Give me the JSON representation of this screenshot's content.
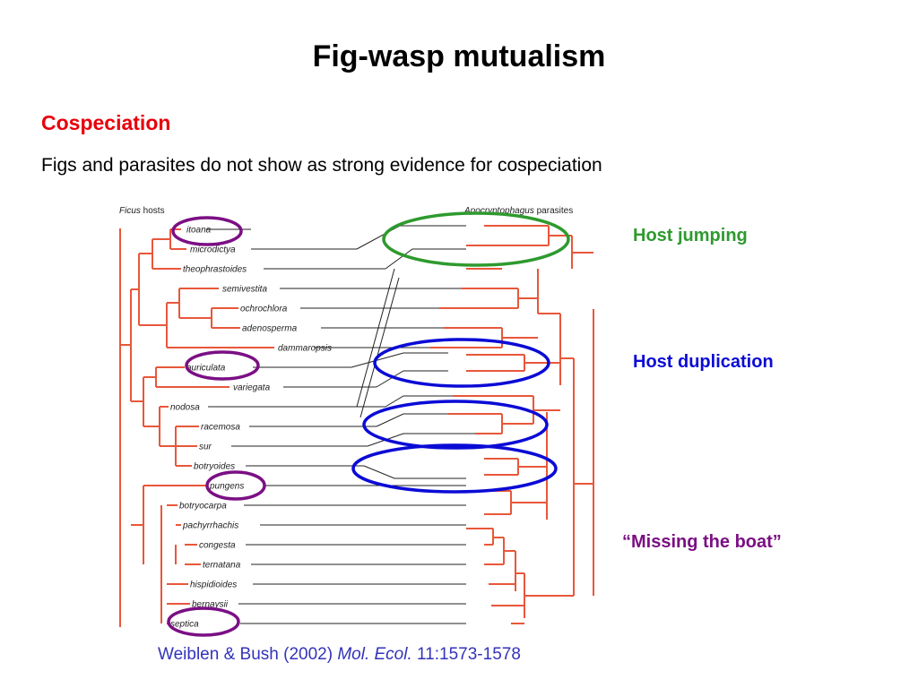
{
  "title": "Fig-wasp mutualism",
  "heading": {
    "text": "Cospeciation",
    "color": "#e8000b"
  },
  "body": "Figs and parasites do not show as strong evidence for cospeciation",
  "figure": {
    "host_header_genus": "Ficus",
    "host_header_suffix": " hosts",
    "parasite_header_genus": "Apocryptophagus",
    "parasite_header_suffix": " parasites",
    "host_tips": [
      "itoana",
      "microdictya",
      "theophrastoides",
      "semivestita",
      "ochrochlora",
      "adenosperma",
      "dammaropsis",
      "auriculata",
      "variegata",
      "nodosa",
      "racemosa",
      "sur",
      "botryoides",
      "pungens",
      "botryocarpa",
      "pachyrrhachis",
      "congesta",
      "ternatana",
      "hispidioides",
      "bernaysii",
      "septica"
    ],
    "circled_hosts": [
      "itoana",
      "auriculata",
      "pungens",
      "septica"
    ],
    "tree_color": "#e8573a",
    "link_color": "#222222"
  },
  "annotations": {
    "host_jumping": {
      "text": "Host jumping",
      "color": "#2e9a2e"
    },
    "host_duplication": {
      "text": "Host duplication",
      "color": "#0b0bd6"
    },
    "missing_boat": {
      "text": "“Missing the boat”",
      "color": "#7b0f84"
    }
  },
  "colors": {
    "host_circle": "#7b0f84",
    "jump_circle": "#2e9a2e",
    "dup_circle": "#0b0bd6"
  },
  "citation": {
    "authors": "Weiblen & Bush (2002) ",
    "journal": "Mol. Ecol.",
    "ref": " 11:1573-1578",
    "color": "#3333bb"
  }
}
